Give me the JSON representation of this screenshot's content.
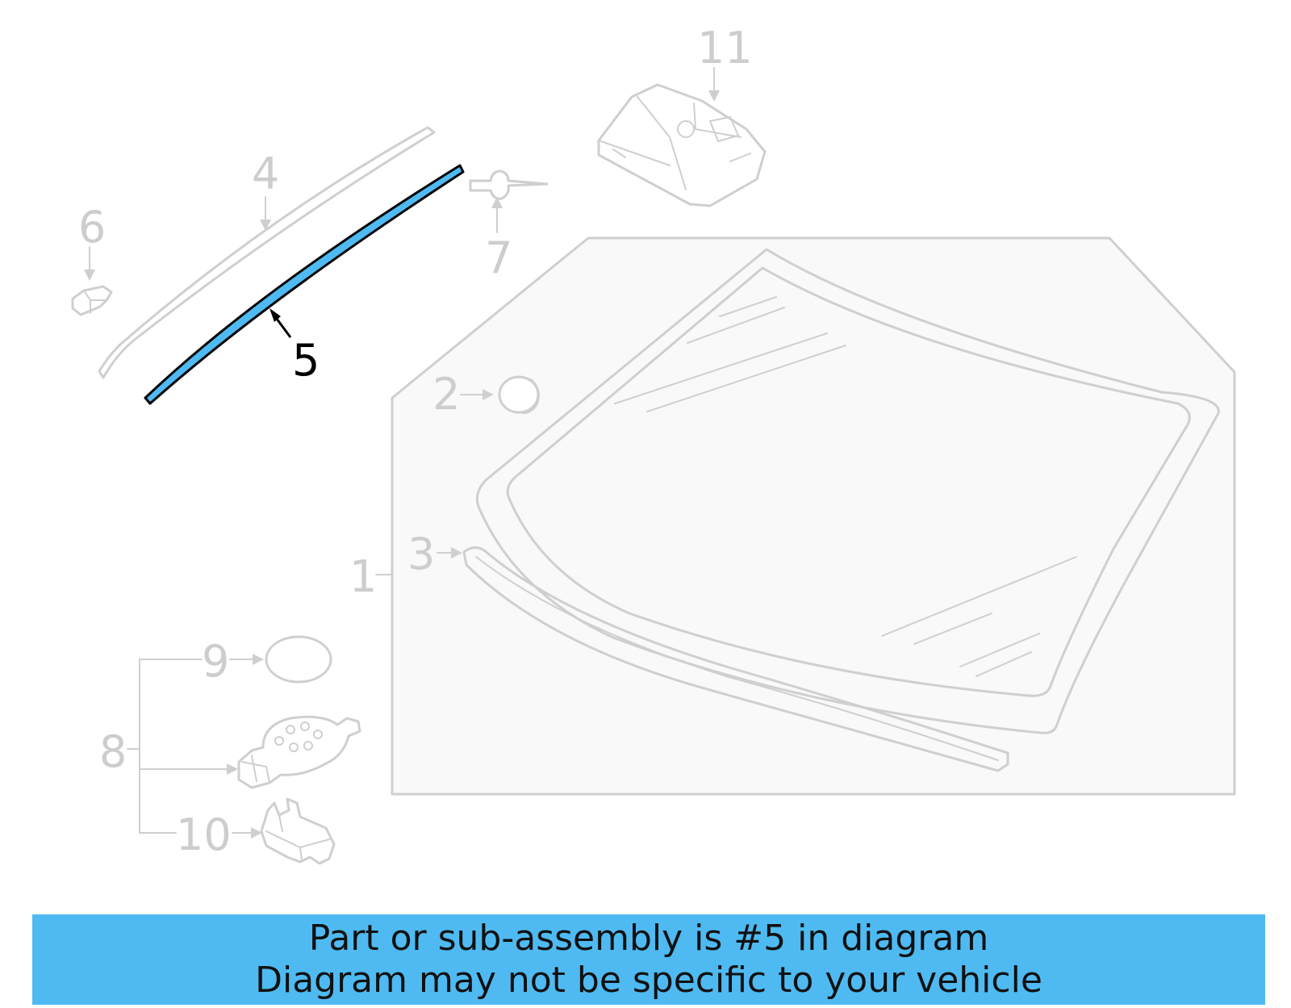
{
  "callouts": {
    "c1": "1",
    "c2": "2",
    "c3": "3",
    "c4": "4",
    "c5": "5",
    "c6": "6",
    "c7": "7",
    "c8": "8",
    "c9": "9",
    "c10": "10",
    "c11": "11"
  },
  "highlight": {
    "part": "5",
    "color": "#4fbaf2"
  },
  "banner": {
    "line1": "Part or sub-assembly is #5 in diagram",
    "line2": "Diagram may not be specific to your vehicle",
    "color": "#4fbaf2"
  }
}
